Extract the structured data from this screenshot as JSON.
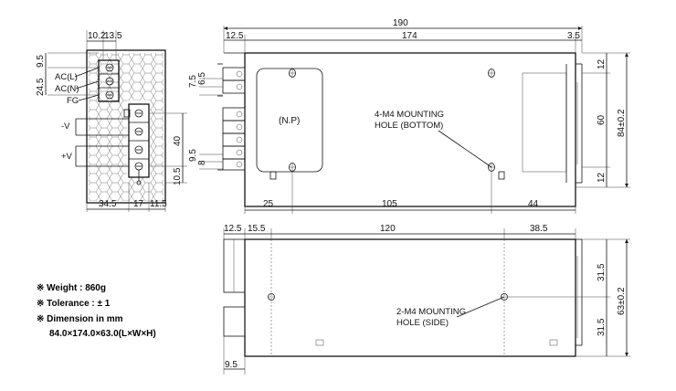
{
  "dimensions": {
    "top_total_width": "190",
    "top_left_offset": "12.5",
    "top_body_length": "174",
    "top_right_offset": "3.5",
    "bottom_left": "25",
    "bottom_mid": "105",
    "bottom_right": "44",
    "right_12_top": "12",
    "right_60": "60",
    "right_12_bottom": "12",
    "right_total": "84±0.2",
    "term_7_5": "7.5",
    "term_6_5": "6.5",
    "term_9_5": "9.5",
    "term_8": "8",
    "front_10_2": "10.2",
    "front_13_5": "13.5",
    "front_9_5": "9.5",
    "front_24_5": "24.5",
    "front_40": "40",
    "front_10_5": "10.5",
    "front_34_5": "34.5",
    "front_17": "17",
    "front_11_5": "11.5",
    "side_12_5": "12.5",
    "side_15_5": "15.5",
    "side_120": "120",
    "side_38_5": "38.5",
    "side_31_5_top": "31.5",
    "side_31_5_bottom": "31.5",
    "side_total": "63±0.2",
    "side_9_5": "9.5"
  },
  "labels": {
    "ac_l": "AC(L)",
    "ac_n": "AC(N)",
    "fg": "FG",
    "neg_v": "-V",
    "pos_v": "+V",
    "np": "(N.P)",
    "bottom_mount_line1": "4-M4 MOUNTING",
    "bottom_mount_line2": "HOLE (BOTTOM)",
    "side_mount_line1": "2-M4 MOUNTING",
    "side_mount_line2": "HOLE (SIDE)"
  },
  "specs": {
    "weight": "※ Weight : 860g",
    "tolerance": "※ Tolerance : ± 1",
    "dimension": "※ Dimension in mm",
    "size": "84.0×174.0×63.0(L×W×H)"
  }
}
